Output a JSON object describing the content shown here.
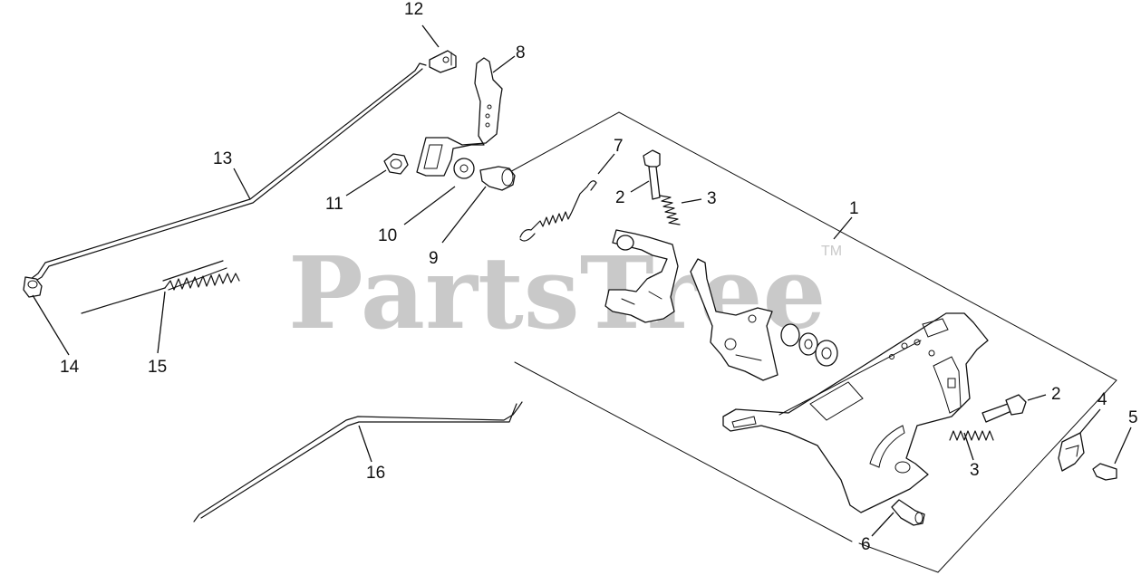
{
  "watermark": {
    "text": "PartsTree",
    "tm": "TM"
  },
  "callouts": [
    {
      "id": "c1",
      "label": "1"
    },
    {
      "id": "c2a",
      "label": "2"
    },
    {
      "id": "c2b",
      "label": "2"
    },
    {
      "id": "c3a",
      "label": "3"
    },
    {
      "id": "c3b",
      "label": "3"
    },
    {
      "id": "c4",
      "label": "4"
    },
    {
      "id": "c5",
      "label": "5"
    },
    {
      "id": "c6",
      "label": "6"
    },
    {
      "id": "c7",
      "label": "7"
    },
    {
      "id": "c8",
      "label": "8"
    },
    {
      "id": "c9",
      "label": "9"
    },
    {
      "id": "c10",
      "label": "10"
    },
    {
      "id": "c11",
      "label": "11"
    },
    {
      "id": "c12",
      "label": "12"
    },
    {
      "id": "c13",
      "label": "13"
    },
    {
      "id": "c14",
      "label": "14"
    },
    {
      "id": "c15",
      "label": "15"
    },
    {
      "id": "c16",
      "label": "16"
    }
  ]
}
